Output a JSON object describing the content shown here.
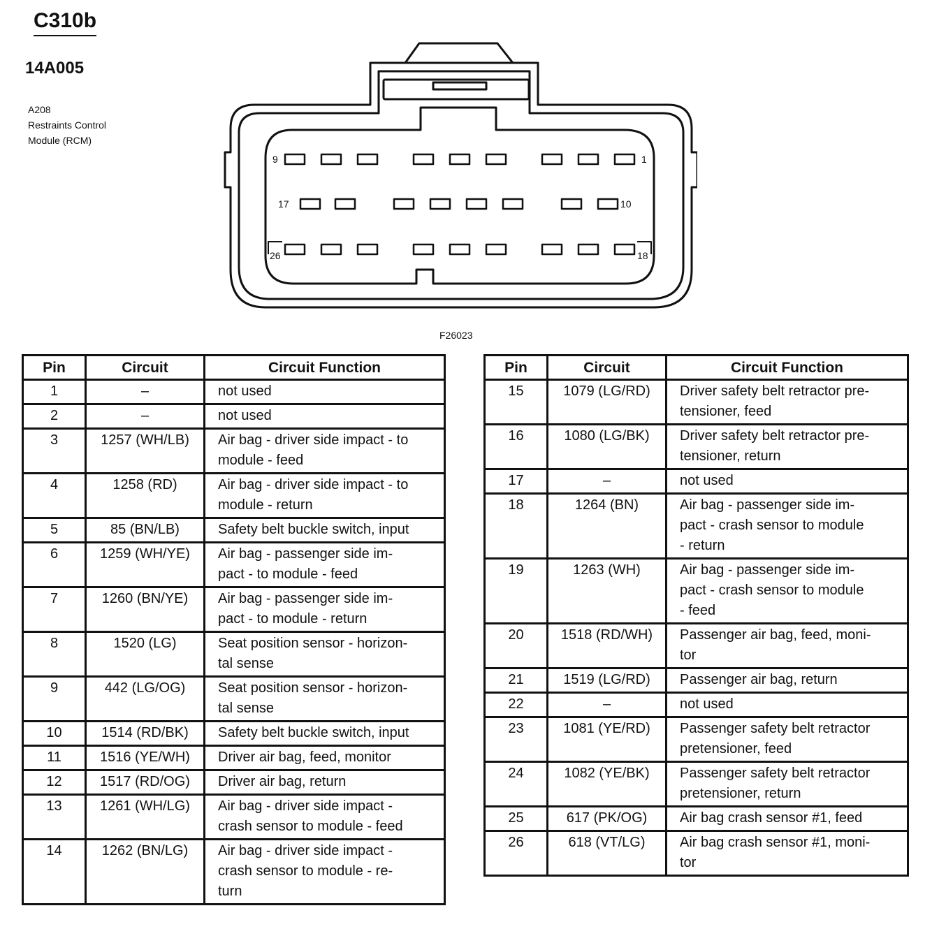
{
  "header": {
    "connector_id": "C310b",
    "part_number": "14A005",
    "module_code": "A208",
    "module_name_line1": "Restraints Control",
    "module_name_line2": "Module (RCM)"
  },
  "figure": {
    "code": "F26023",
    "pin_labels": {
      "row1_left": "9",
      "row1_right": "1",
      "row2_left": "17",
      "row2_right": "10",
      "row3_left": "26",
      "row3_right": "18"
    }
  },
  "columns": {
    "pin": "Pin",
    "circuit": "Circuit",
    "function": "Circuit Function"
  },
  "left_rows": [
    {
      "pin": "1",
      "circuit": "–",
      "function": "not used"
    },
    {
      "pin": "2",
      "circuit": "–",
      "function": "not used"
    },
    {
      "pin": "3",
      "circuit": "1257 (WH/LB)",
      "function": "Air bag - driver side impact - to\nmodule - feed"
    },
    {
      "pin": "4",
      "circuit": "1258 (RD)",
      "function": "Air bag - driver side impact - to\nmodule - return"
    },
    {
      "pin": "5",
      "circuit": "85 (BN/LB)",
      "function": "Safety belt buckle switch, input"
    },
    {
      "pin": "6",
      "circuit": "1259 (WH/YE)",
      "function": "Air bag - passenger side im-\npact - to module - feed"
    },
    {
      "pin": "7",
      "circuit": "1260 (BN/YE)",
      "function": "Air bag - passenger side im-\npact - to module - return"
    },
    {
      "pin": "8",
      "circuit": "1520 (LG)",
      "function": "Seat position sensor - horizon-\ntal sense"
    },
    {
      "pin": "9",
      "circuit": "442 (LG/OG)",
      "function": "Seat position sensor - horizon-\ntal sense"
    },
    {
      "pin": "10",
      "circuit": "1514 (RD/BK)",
      "function": "Safety belt buckle switch, input"
    },
    {
      "pin": "11",
      "circuit": "1516 (YE/WH)",
      "function": "Driver air bag, feed, monitor"
    },
    {
      "pin": "12",
      "circuit": "1517 (RD/OG)",
      "function": "Driver air bag, return"
    },
    {
      "pin": "13",
      "circuit": "1261 (WH/LG)",
      "function": "Air bag - driver side impact -\ncrash sensor to module - feed"
    },
    {
      "pin": "14",
      "circuit": "1262 (BN/LG)",
      "function": "Air bag - driver side impact -\ncrash sensor to module - re-\nturn"
    }
  ],
  "right_rows": [
    {
      "pin": "15",
      "circuit": "1079 (LG/RD)",
      "function": "Driver safety belt retractor pre-\ntensioner, feed"
    },
    {
      "pin": "16",
      "circuit": "1080 (LG/BK)",
      "function": "Driver safety belt retractor pre-\ntensioner, return"
    },
    {
      "pin": "17",
      "circuit": "–",
      "function": "not used"
    },
    {
      "pin": "18",
      "circuit": "1264 (BN)",
      "function": "Air bag - passenger side im-\npact - crash sensor to module\n- return"
    },
    {
      "pin": "19",
      "circuit": "1263 (WH)",
      "function": "Air bag - passenger side im-\npact - crash sensor to module\n- feed"
    },
    {
      "pin": "20",
      "circuit": "1518 (RD/WH)",
      "function": "Passenger air bag, feed, moni-\ntor"
    },
    {
      "pin": "21",
      "circuit": "1519 (LG/RD)",
      "function": "Passenger air bag, return"
    },
    {
      "pin": "22",
      "circuit": "–",
      "function": "not used"
    },
    {
      "pin": "23",
      "circuit": "1081 (YE/RD)",
      "function": "Passenger safety belt retractor\npretensioner, feed"
    },
    {
      "pin": "24",
      "circuit": "1082 (YE/BK)",
      "function": "Passenger safety belt retractor\npretensioner, return"
    },
    {
      "pin": "25",
      "circuit": "617 (PK/OG)",
      "function": "Air bag crash sensor #1, feed"
    },
    {
      "pin": "26",
      "circuit": "618 (VT/LG)",
      "function": "Air bag crash sensor #1, moni-\ntor"
    }
  ]
}
